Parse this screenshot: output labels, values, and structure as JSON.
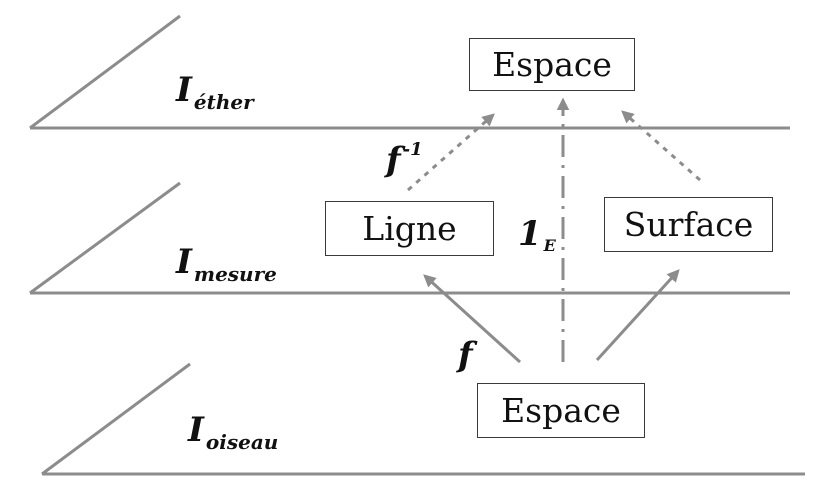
{
  "planes": {
    "ether": {
      "letter": "I",
      "sub": "éther"
    },
    "mesure": {
      "letter": "I",
      "sub": "mesure"
    },
    "oiseau": {
      "letter": "I",
      "sub": "oiseau"
    }
  },
  "nodes": {
    "espace_top": "Espace",
    "ligne": "Ligne",
    "surface": "Surface",
    "espace_bottom": "Espace"
  },
  "arrow_labels": {
    "f": "f",
    "f_inverse": {
      "base": "f",
      "exp": "-1"
    },
    "identity": {
      "base": "1",
      "sub": "E"
    }
  },
  "colors": {
    "line": "#8c8c8c",
    "box_border": "#3a3a3a",
    "text": "#111111"
  }
}
